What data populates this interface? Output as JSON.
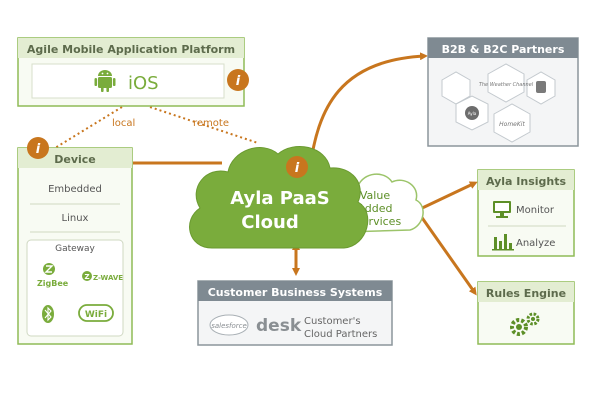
{
  "colors": {
    "green": "#7aac3c",
    "green_dark": "#5d8f27",
    "green_light": "#eef5e2",
    "orange": "#c8761e",
    "gray": "#7f8a92",
    "gray_light": "#eef0f2",
    "text_dark": "#555555"
  },
  "mobile_platform": {
    "title": "Agile Mobile Application Platform",
    "ios_label": "iOS",
    "android_icon": "android-icon",
    "info_icon": "info-icon"
  },
  "links": {
    "local": "local",
    "remote": "remote"
  },
  "device": {
    "title": "Device",
    "items": [
      "Embedded",
      "Linux"
    ],
    "gateway": {
      "title": "Gateway",
      "zigbee": "ZigBee",
      "zwave": "Z-WAVE",
      "wifi": "WiFi",
      "bluetooth_icon": "bluetooth-icon"
    }
  },
  "cloud": {
    "line1": "Ayla PaaS",
    "line2": "Cloud"
  },
  "value_added": {
    "lines": [
      "Value",
      "Added",
      "Services"
    ]
  },
  "b2b": {
    "title": "B2B & B2C Partners",
    "partners": [
      "Ayla",
      "The Weather Channel",
      "HomeKit",
      "",
      ""
    ]
  },
  "insights": {
    "title": "Ayla Insights",
    "items": [
      {
        "label": "Monitor",
        "icon": "monitor-icon"
      },
      {
        "label": "Analyze",
        "icon": "analyze-icon"
      }
    ]
  },
  "rules": {
    "title": "Rules Engine",
    "icon": "gears-icon"
  },
  "business": {
    "title": "Customer Business Systems",
    "salesforce": "salesforce",
    "desk": "desk",
    "partners_line1": "Customer's",
    "partners_line2": "Cloud Partners"
  }
}
